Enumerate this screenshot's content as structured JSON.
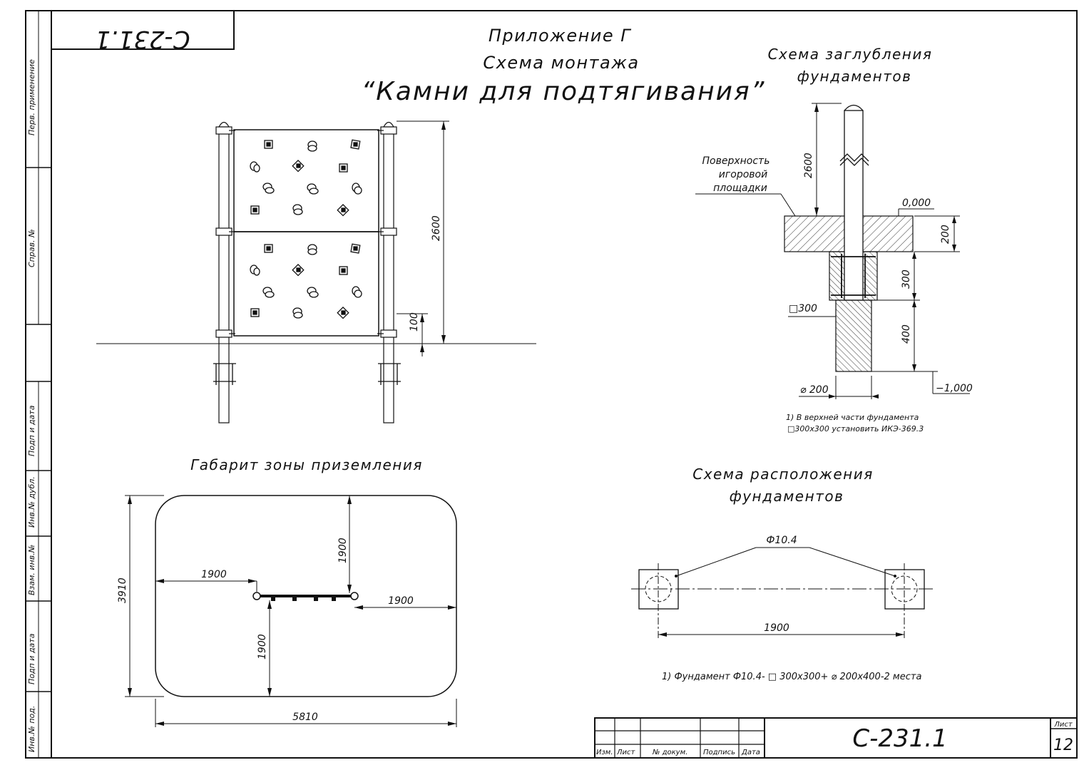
{
  "title": {
    "appendix": "Приложение Г",
    "scheme": "Схема монтажа",
    "name": "“Камни для подтягивания”"
  },
  "corner_stamp": "С-231.1",
  "side_stamp": {
    "perv_primenenie": "Перв. применение",
    "sprav_no": "Справ. №",
    "podp_data_1": "Подп и дата",
    "inv_dubl": "Инв.№ дубл.",
    "vzam_inv": "Взам. инв.№",
    "podp_data_2": "Подп и дата",
    "inv_podl": "Инв.№ под."
  },
  "front_view": {
    "height_dim": "2600",
    "clearance_dim": "100"
  },
  "depth_scheme": {
    "title_line1": "Схема заглубления",
    "title_line2": "фундаментов",
    "surface_label_1": "Поверхность",
    "surface_label_2": "игоровой",
    "surface_label_3": "площадки",
    "post_height": "2600",
    "level_zero": "0,000",
    "slab_thickness": "200",
    "upper_depth": "300",
    "lower_depth": "400",
    "square_size": "□300",
    "diameter": "⌀ 200",
    "level_bottom": "−1,000",
    "note_line1": "1) В верхней части фундамента",
    "note_line2": "□300х300 установить ИКЭ-369.3"
  },
  "landing_zone": {
    "title": "Габарит зоны приземления",
    "height": "3910",
    "width": "5810",
    "left_clear": "1900",
    "right_clear": "1900",
    "top_clear": "1900",
    "bottom_clear": "1900"
  },
  "layout_scheme": {
    "title_line1": "Схема расположения",
    "title_line2": "фундаментов",
    "foundation_label": "Ф10.4",
    "spacing": "1900",
    "note": "1)  Фундамент  Ф10.4- □ 300х300+ ⌀ 200х400-2 места"
  },
  "title_block": {
    "col_izm": "Изм.",
    "col_list": "Лист",
    "col_doc": "№ докум.",
    "col_sign": "Подпись",
    "col_date": "Дата",
    "doc_code": "С-231.1",
    "sheet_label": "Лист",
    "sheet_no": "12"
  }
}
